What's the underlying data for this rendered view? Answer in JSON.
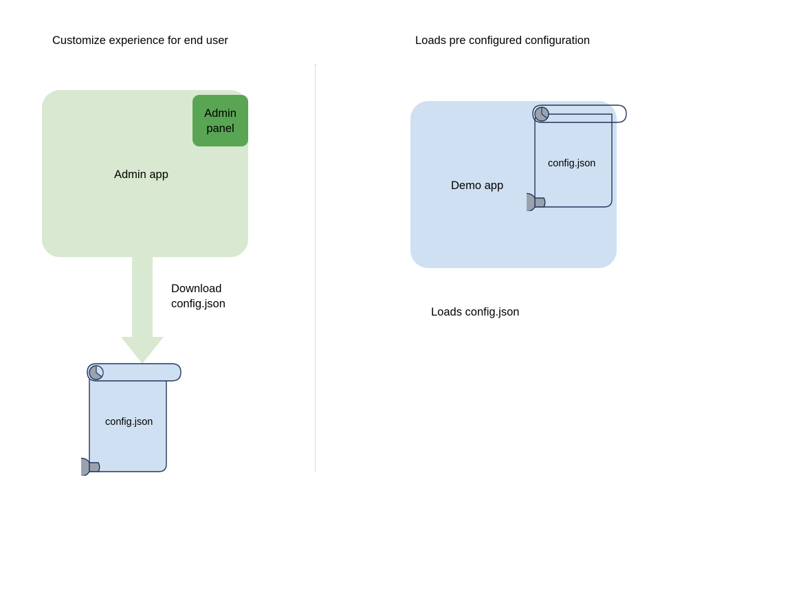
{
  "diagram": {
    "background": "#ffffff",
    "divider": {
      "style": "dotted",
      "color": "#b9b9c2"
    },
    "left_column": {
      "title": "Customize experience for end user",
      "app_box": {
        "label": "Admin app",
        "fill": "#d9e8d0",
        "panel": {
          "label_line1": "Admin",
          "label_line2": "panel",
          "fill": "#5aa554"
        }
      },
      "arrow": {
        "label_line1": "Download",
        "label_line2": "config.json",
        "fill": "#d9e8d0",
        "direction": "down"
      },
      "document": {
        "label": "config.json",
        "fill": "#cfe0f2",
        "stroke": "#23355b",
        "roll_fill": "#9aa3ad"
      }
    },
    "right_column": {
      "title": "Loads pre configured configuration",
      "app_box": {
        "label": "Demo app",
        "fill": "#cfe0f2"
      },
      "document": {
        "label": "config.json",
        "fill": "none",
        "stroke": "#23355b",
        "roll_fill": "#9aa3ad"
      },
      "caption": "Loads config.json"
    }
  }
}
